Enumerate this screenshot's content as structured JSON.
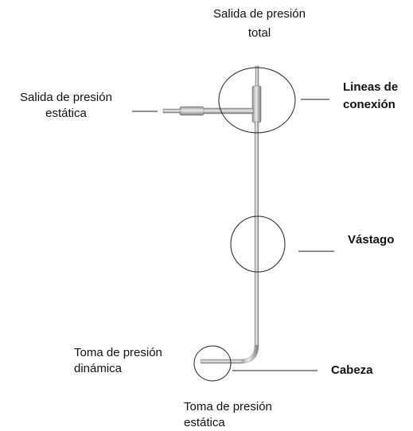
{
  "labels": {
    "total_outlet_line1": "Salida de presión",
    "total_outlet_line2": "total",
    "static_outlet_line1": "Salida de presión",
    "static_outlet_line2": "estática",
    "connection_lines_line1": "Lineas de",
    "connection_lines_line2": "conexión",
    "stem": "Vástago",
    "dynamic_tap_line1": "Toma de presión",
    "dynamic_tap_line2": "dinámica",
    "head": "Cabeza",
    "static_tap_line1": "Toma de presión",
    "static_tap_line2": "estática"
  },
  "colors": {
    "tube": "#a9a9a9",
    "tube_highlight": "#e6e6e6",
    "outline": "#222222"
  }
}
